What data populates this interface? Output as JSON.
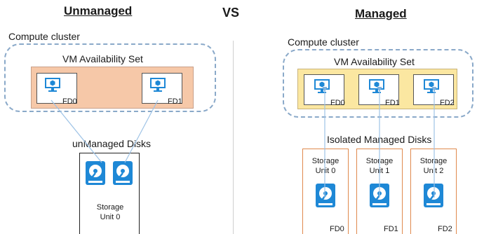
{
  "left": {
    "title": "Unmanaged",
    "cluster_label": "Compute cluster",
    "avset_label": "VM Availability Set",
    "vms": [
      {
        "fd": "FD0"
      },
      {
        "fd": "FD1"
      }
    ],
    "disks_label": "unManaged Disks",
    "storage": {
      "line1": "Storage",
      "line2": "Unit 0"
    }
  },
  "vs_label": "VS",
  "right": {
    "title": "Managed",
    "cluster_label": "Compute cluster",
    "avset_label": "VM Availability Set",
    "vms": [
      {
        "fd": "FD0"
      },
      {
        "fd": "FD1"
      },
      {
        "fd": "FD2"
      }
    ],
    "disks_label": "Isolated Managed Disks",
    "storage_units": [
      {
        "line1": "Storage",
        "line2": "Unit 0",
        "fd": "FD0"
      },
      {
        "line1": "Storage",
        "line2": "Unit 1",
        "fd": "FD1"
      },
      {
        "line1": "Storage",
        "line2": "Unit 2",
        "fd": "FD2"
      }
    ]
  },
  "colors": {
    "left_avset_fill": "#f6c8a8",
    "right_avset_fill": "#fbe7a1",
    "cluster_border": "#8aa9c9",
    "storage_border": "#e0894d",
    "vm_icon": "#1e88d6",
    "disk_icon": "#1e88d6",
    "connector": "#9ec3e6"
  },
  "icons": {
    "vm": "monitor-cube-icon",
    "disk": "hard-disk-icon"
  }
}
